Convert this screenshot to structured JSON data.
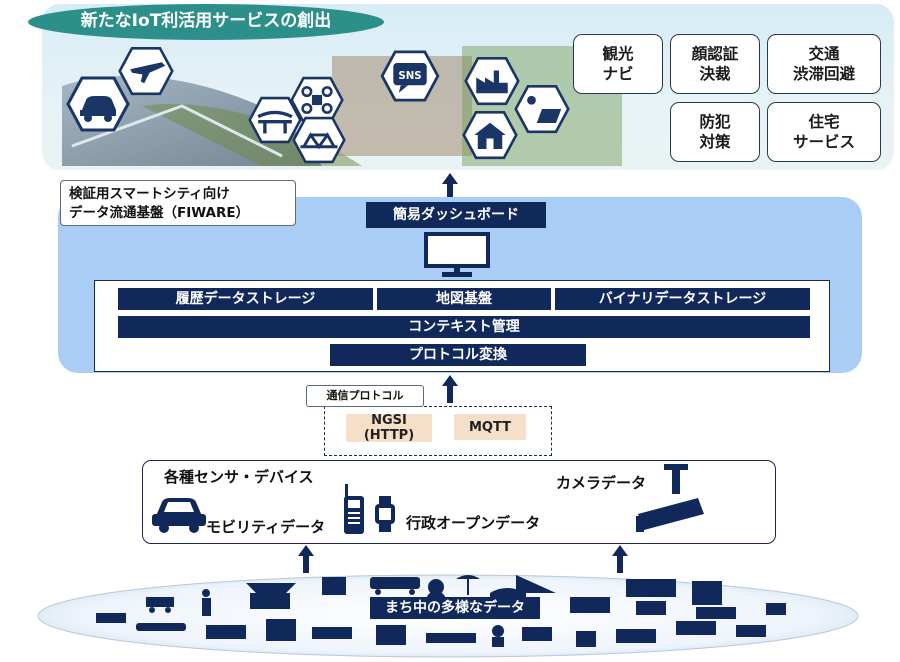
{
  "banner": {
    "title": "新たなIoT利活用サービスの創出"
  },
  "services": [
    {
      "label": "観光\nナビ"
    },
    {
      "label": "顔認証\n決裁"
    },
    {
      "label": "交通\n渋滞回避"
    },
    {
      "label": "防犯\n対策"
    },
    {
      "label": "住宅\nサービス"
    }
  ],
  "sns_icon_text": "SNS",
  "platform": {
    "label": "検証用スマートシティ向け\nデータ流通基盤（FIWARE）",
    "dashboard": "簡易ダッシュボード",
    "components": {
      "history_storage": "履歴データストレージ",
      "map": "地図基盤",
      "binary_storage": "バイナリデータストレージ",
      "context": "コンテキスト管理",
      "protocol_conversion": "プロトコル変換"
    }
  },
  "protocol": {
    "label": "通信プロトコル",
    "items": [
      "NGSI\n(HTTP)",
      "MQTT"
    ]
  },
  "sensors": {
    "devices": "各種センサ・デバイス",
    "mobility": "モビリティデータ",
    "admin_open": "行政オープンデータ",
    "camera": "カメラデータ"
  },
  "city": {
    "label": "まち中の多様なデータ"
  },
  "colors": {
    "navy": "#10285a",
    "platform_bg": "#a9cdf4",
    "protocol_item_bg": "#f5dfc9"
  }
}
